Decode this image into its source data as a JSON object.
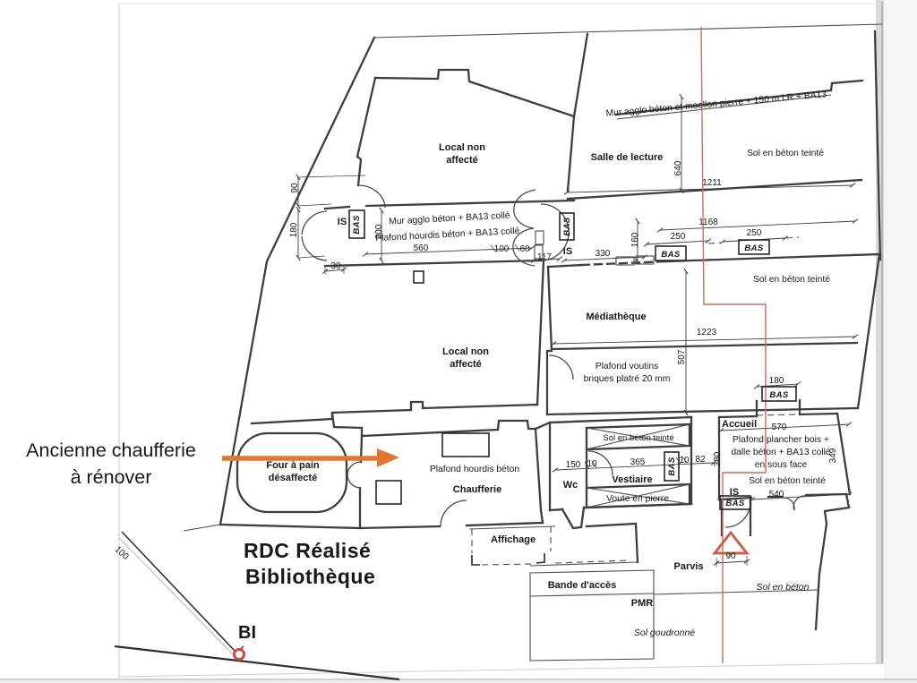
{
  "document": {
    "type": "architectural floor plan scan",
    "plan_title_line1": "RDC  Réalisé",
    "plan_title_line2": "Bibliothèque"
  },
  "annotation": {
    "line1": "Ancienne chaufferie",
    "line2": "à rénover",
    "color": "#d9742f"
  },
  "colors": {
    "accent_orange": "#e0762f",
    "marker_red": "#cc5348",
    "survey_line_red": "#d4695c"
  },
  "texts": {
    "local_l1": "Local non",
    "local_l2": "affecté",
    "salle": "Salle de lecture",
    "sol_teinte": "Sol en béton teinté",
    "mur_moellon": "Mur agglo béton et moellon pierre + 150 m LR + BA13",
    "mur_agglo": "Mur agglo béton + BA13 collé",
    "plafond_hourdis_colle": "Plafond hourdis béton + BA13 collé",
    "mediatheque": "Médiathèque",
    "voutins_l1": "Plafond voutins",
    "voutins_l2": "briques platré 20 mm",
    "accueil": "Accueil",
    "plancher_l1": "Plafond  plancher bois +",
    "plancher_l2": "dalle béton + BA13 collé",
    "plancher_l3": "en sous face",
    "wc": "Wc",
    "vestiaire": "Vestiaire",
    "voute": "Voute en pierre",
    "four_l1": "Four à pain",
    "four_l2": "désaffecté",
    "plafond_hourdis": "Plafond hourdis béton",
    "chaufferie": "Chaufferie",
    "affichage": "Affichage",
    "parvis": "Parvis",
    "bande": "Bande d'accès",
    "pmr": "PMR",
    "sol_goudronne": "Sol goudronné",
    "sol_beton": "Sol en béton",
    "is": "IS",
    "bas": "BAS",
    "bi": "BI",
    "title_l1": "RDC  Réalisé",
    "title_l2": "Bibliothèque",
    "annotation_l1": "Ancienne chaufferie",
    "annotation_l2": "à rénover"
  },
  "dims": {
    "d10": "10",
    "d30": "30",
    "d60": "60",
    "d82": "82",
    "d90": "90",
    "d100": "100",
    "d117": "117",
    "d150": "150",
    "d160": "160",
    "d180": "180",
    "d200": "200",
    "d250": "250",
    "d330": "330",
    "d349": "349",
    "d365": "365",
    "d380": "380",
    "d507": "507",
    "d540": "540",
    "d560": "560",
    "d570": "570",
    "d640": "640",
    "d1168": "1168",
    "d1211": "1211",
    "d1223": "1223"
  }
}
